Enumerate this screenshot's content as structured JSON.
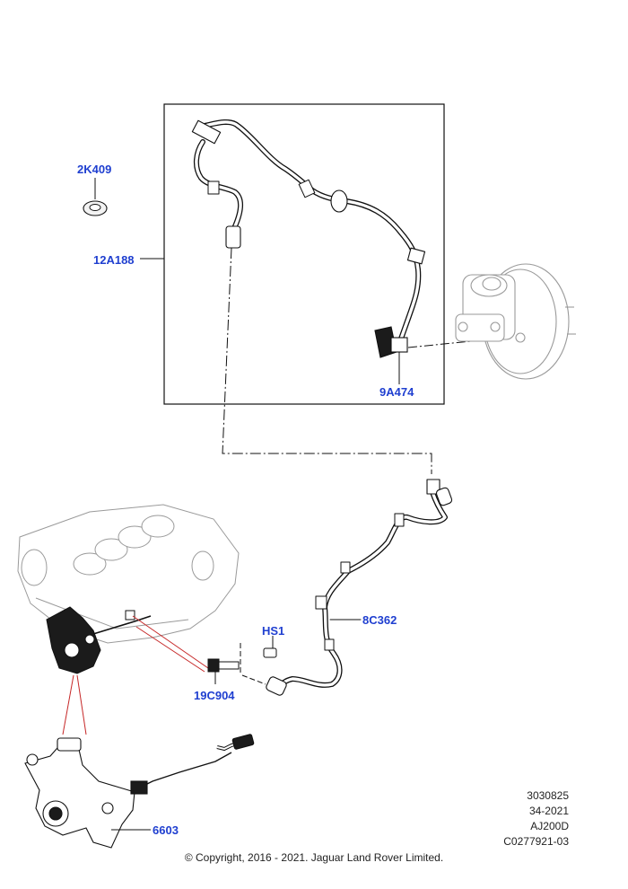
{
  "callouts": {
    "p2k409": "2K409",
    "p12a188": "12A188",
    "p9a474": "9A474",
    "p8c362": "8C362",
    "phs1": "HS1",
    "p19c904": "19C904",
    "p6603": "6603"
  },
  "reference_codes": [
    "3030825",
    "34-2021",
    "AJ200D",
    "C0277921-03"
  ],
  "copyright": "© Copyright, 2016 - 2021. Jaguar Land Rover Limited.",
  "colors": {
    "callout": "#1f3fd0",
    "leader_red": "#c62828",
    "line": "#111111",
    "ghost": "#9a9a9a"
  }
}
